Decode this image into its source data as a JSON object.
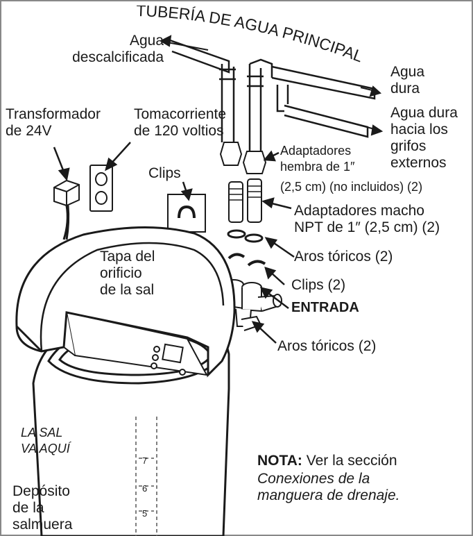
{
  "labels": {
    "tuberia": "TUBERÍA DE AGUA PRINCIPAL",
    "agua_descalcificada": "Agua\ndescalcificada",
    "agua_dura": "Agua\ndura",
    "agua_dura_grifos": "Agua dura\nhacia los\ngrifos\nexternos",
    "transformador": "Transformador\nde 24V",
    "tomacorriente": "Tomacorriente\nde 120 voltios",
    "clips_top": "Clips",
    "adaptadores_hembra_a": "Adaptadores\nhembra de 1″",
    "adaptadores_hembra_b": "(2,5 cm) (no incluidos) (2)",
    "adaptadores_macho": "Adaptadores macho\nNPT de 1″ (2,5 cm) (2)",
    "aros_toricos_1": "Aros tóricos (2)",
    "clips_2": "Clips (2)",
    "entrada": "ENTRADA",
    "aros_toricos_2": "Aros tóricos (2)",
    "tapa": "Tapa del\norificio\nde la sal",
    "sal_aqui": "LA SAL\nVA AQUÍ",
    "deposito": "Depósito\nde la\nsalmuera",
    "nota_bold": "NOTA:",
    "nota_text": " Ver la sección",
    "nota_italic": "Conexiones de la\nmanguera de drenaje."
  },
  "tank_scale": [
    "7",
    "6",
    "5"
  ],
  "colors": {
    "line": "#1a1a1a",
    "background": "#ffffff",
    "frame": "#888888"
  }
}
